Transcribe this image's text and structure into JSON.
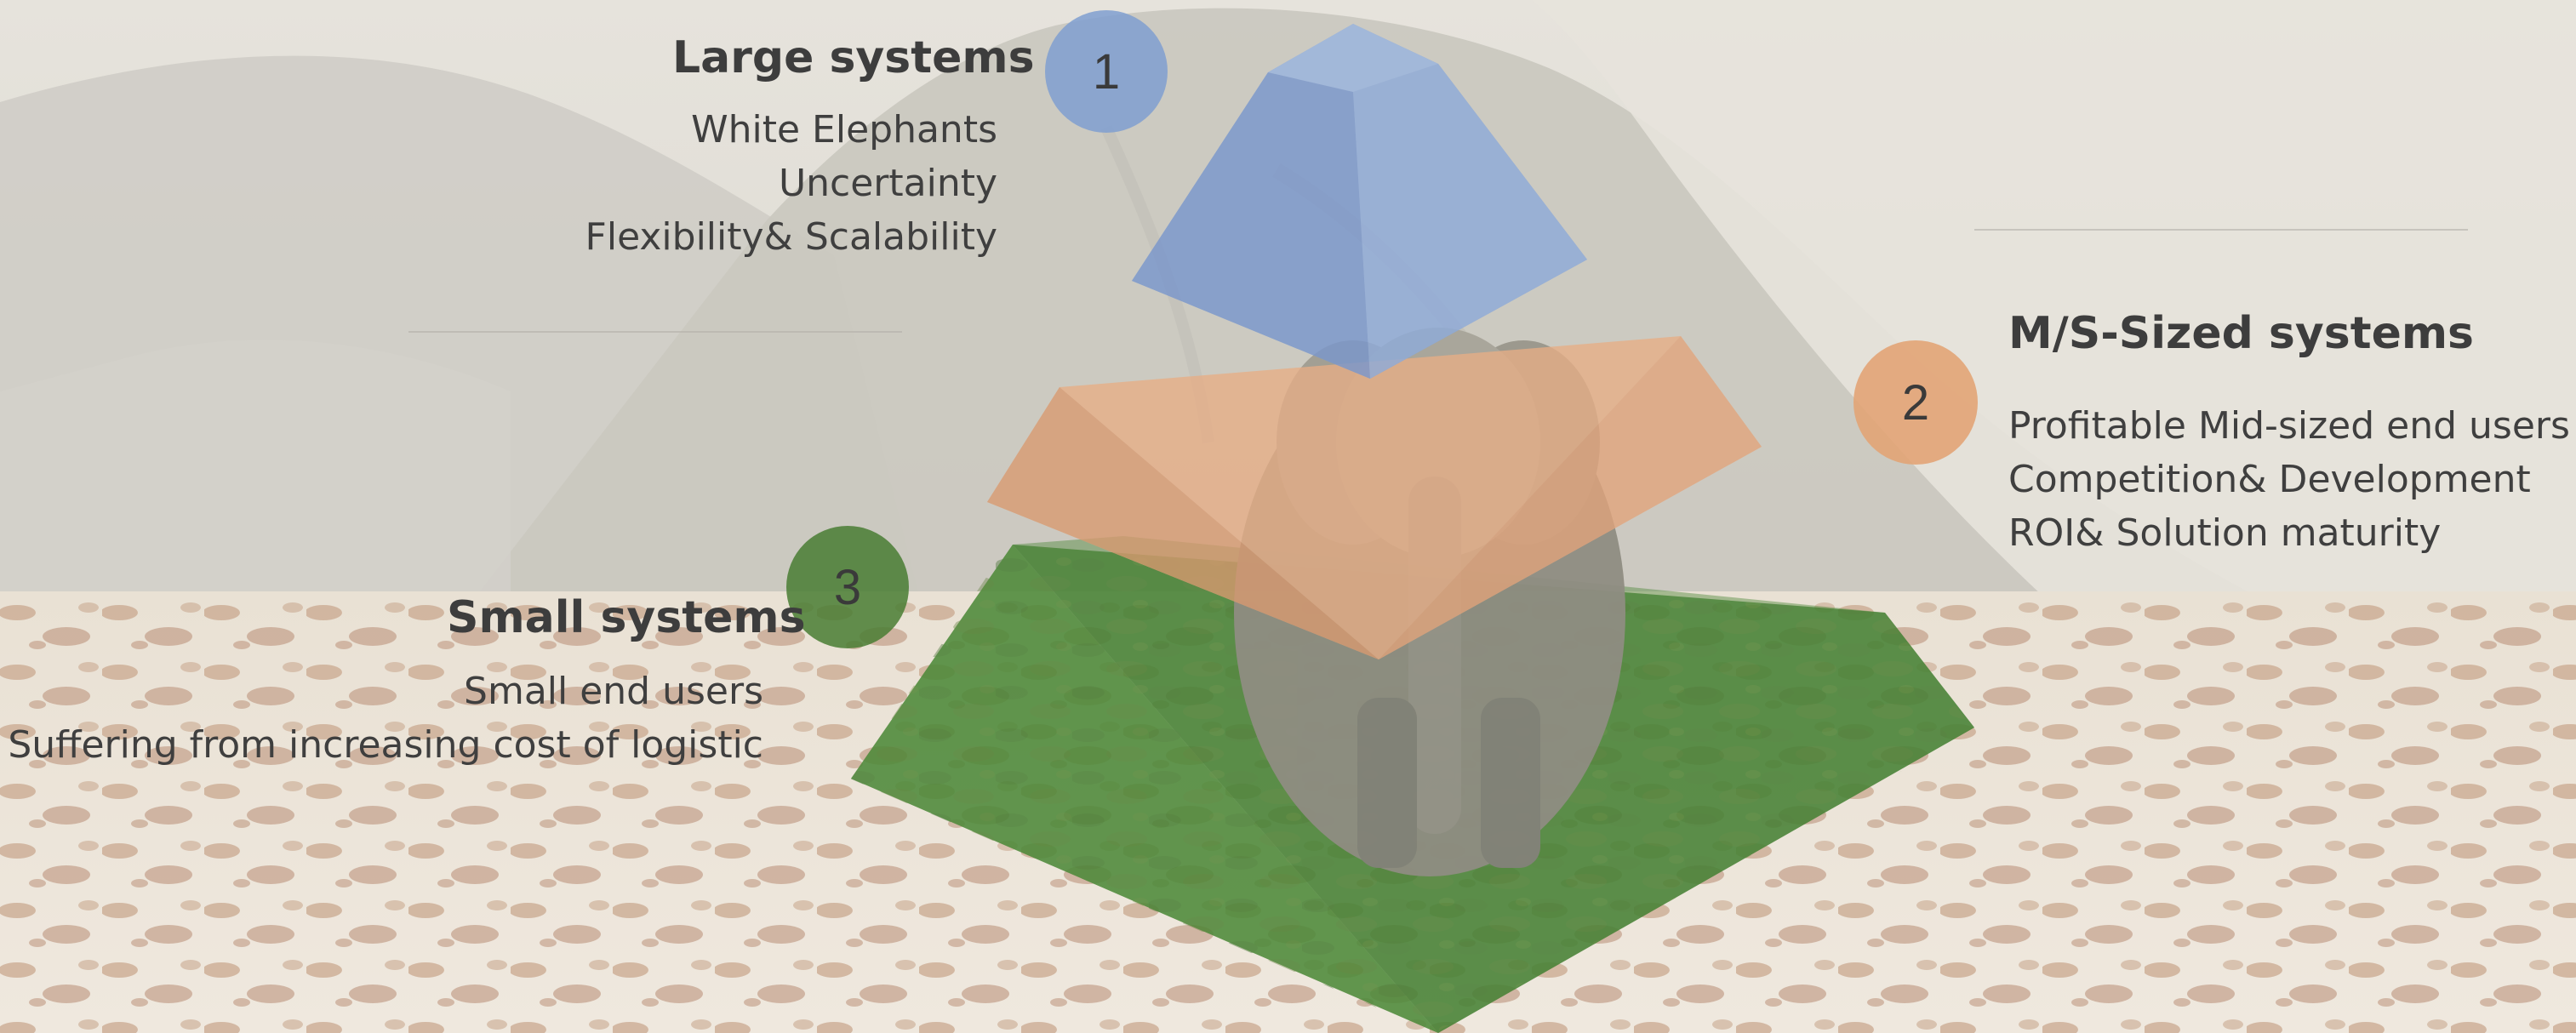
{
  "colors": {
    "tier1": "#7f9fd0",
    "tier2": "#e3a77c",
    "tier3": "#4f8a3c",
    "heading": "#3d3d3d",
    "text": "#3f3f3f"
  },
  "tiers": [
    {
      "number": "1",
      "heading": "Large systems",
      "lines": [
        "White Elephants",
        "Uncertainty",
        "Flexibility& Scalability"
      ]
    },
    {
      "number": "2",
      "heading": "M/S-Sized systems",
      "lines": [
        "Profitable Mid-sized end users",
        "Competition& Development",
        "ROI& Solution maturity"
      ]
    },
    {
      "number": "3",
      "heading": "Small systems",
      "lines": [
        "Small end users",
        "Suffering from increasing cost of logistic"
      ]
    }
  ]
}
